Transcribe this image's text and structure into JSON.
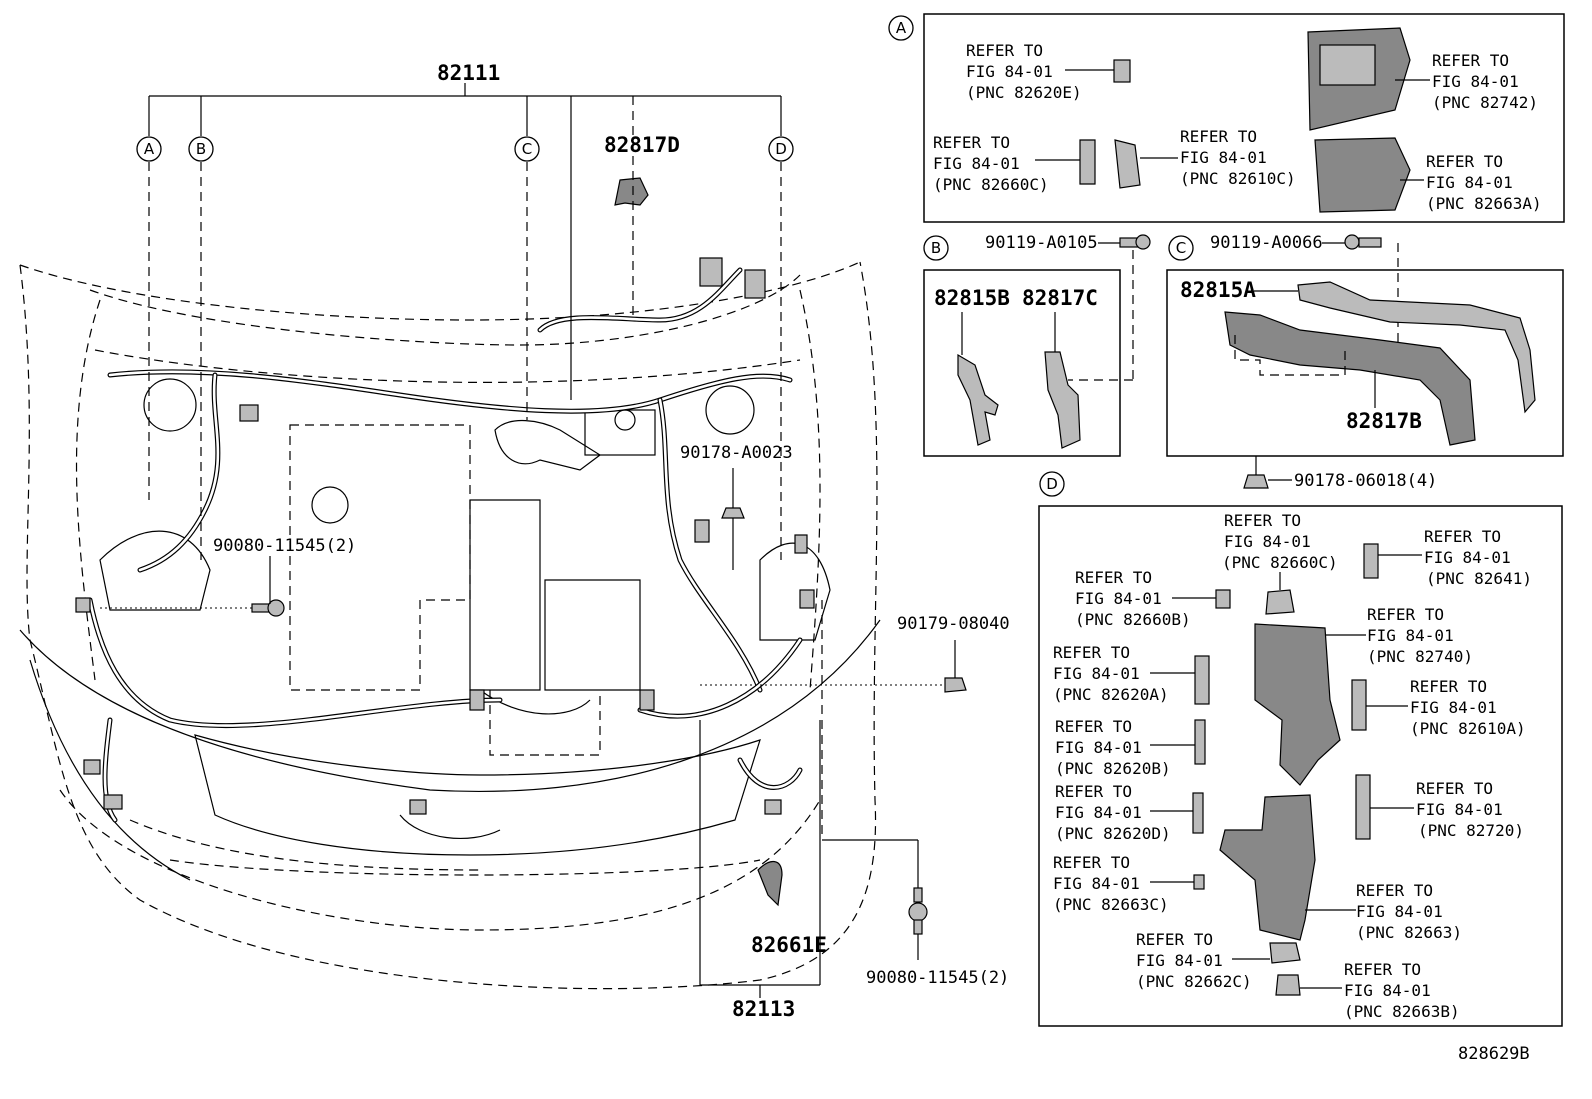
{
  "main": {
    "harness_main": "82111",
    "harness_front": "82113",
    "part_82817D": "82817D",
    "part_82661E": "82661E",
    "clip_90178_A0023": "90178-A0023",
    "bolt_90080_left": "90080-11545(2)",
    "clip_90179": "90179-08040",
    "bolt_90080_right": "90080-11545(2)",
    "markers": [
      "A",
      "B",
      "C",
      "D"
    ]
  },
  "panel_A": {
    "letter": "A",
    "refs": [
      {
        "l1": "REFER TO",
        "l2": "FIG 84-01",
        "l3": "(PNC 82620E)"
      },
      {
        "l1": "REFER TO",
        "l2": "FIG 84-01",
        "l3": "(PNC 82742)"
      },
      {
        "l1": "REFER TO",
        "l2": "FIG 84-01",
        "l3": "(PNC 82660C)"
      },
      {
        "l1": "REFER TO",
        "l2": "FIG 84-01",
        "l3": "(PNC 82610C)"
      },
      {
        "l1": "REFER TO",
        "l2": "FIG 84-01",
        "l3": "(PNC 82663A)"
      }
    ]
  },
  "panel_B": {
    "letter": "B",
    "bolt": "90119-A0105",
    "part1": "82815B",
    "part2": "82817C"
  },
  "panel_C": {
    "letter": "C",
    "bolt": "90119-A0066",
    "part1": "82815A",
    "part2": "82817B",
    "clip": "90178-06018(4)"
  },
  "panel_D": {
    "letter": "D",
    "refs": [
      {
        "l1": "REFER TO",
        "l2": "FIG 84-01",
        "l3": "(PNC 82660C)"
      },
      {
        "l1": "REFER TO",
        "l2": "FIG 84-01",
        "l3": "(PNC 82641)"
      },
      {
        "l1": "REFER TO",
        "l2": "FIG 84-01",
        "l3": "(PNC 82660B)"
      },
      {
        "l1": "REFER TO",
        "l2": "FIG 84-01",
        "l3": "(PNC 82740)"
      },
      {
        "l1": "REFER TO",
        "l2": "FIG 84-01",
        "l3": "(PNC 82620A)"
      },
      {
        "l1": "REFER TO",
        "l2": "FIG 84-01",
        "l3": "(PNC 82610A)"
      },
      {
        "l1": "REFER TO",
        "l2": "FIG 84-01",
        "l3": "(PNC 82620B)"
      },
      {
        "l1": "REFER TO",
        "l2": "FIG 84-01",
        "l3": "(PNC 82720)"
      },
      {
        "l1": "REFER TO",
        "l2": "FIG 84-01",
        "l3": "(PNC 82620D)"
      },
      {
        "l1": "REFER TO",
        "l2": "FIG 84-01",
        "l3": "(PNC 82663C)"
      },
      {
        "l1": "REFER TO",
        "l2": "FIG 84-01",
        "l3": "(PNC 82663)"
      },
      {
        "l1": "REFER TO",
        "l2": "FIG 84-01",
        "l3": "(PNC 82662C)"
      },
      {
        "l1": "REFER TO",
        "l2": "FIG 84-01",
        "l3": "(PNC 82663B)"
      }
    ]
  },
  "figure_id": "828629B"
}
